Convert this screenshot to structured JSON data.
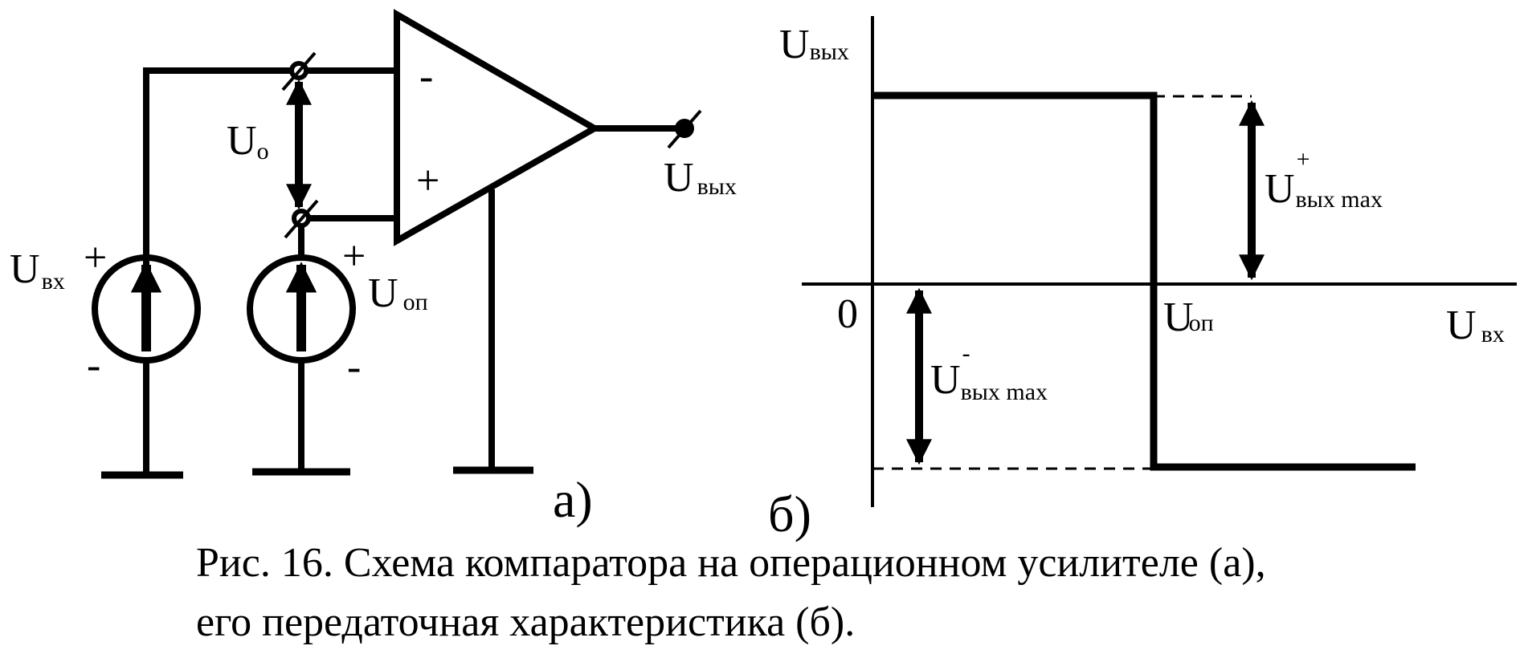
{
  "circuit": {
    "minus_sign": "-",
    "plus_sign": "+",
    "u0": {
      "main": "U",
      "sub": "o"
    },
    "uout": {
      "main": "U",
      "sub": "вых"
    },
    "uin": {
      "main": "U",
      "sub": "вх",
      "plus": "+",
      "minus": "-"
    },
    "uref": {
      "main": "U",
      "sub": "оп",
      "plus": "+",
      "minus": "-"
    },
    "label": "а)"
  },
  "graph": {
    "y_axis": {
      "main": "U",
      "sub": "вых"
    },
    "x_axis": {
      "main": "U",
      "sub": "вх"
    },
    "origin": "0",
    "uref": {
      "main": "U",
      "sub": "оп"
    },
    "uout_max_plus": {
      "main": "U",
      "sub": "вых max",
      "sup": "+"
    },
    "uout_max_minus": {
      "main": "U",
      "sub": "вых max",
      "sup": "-"
    },
    "label": "б)"
  },
  "caption": {
    "line1": "Рис. 16. Схема компаратора на операционном усилителе (а),",
    "line2": "его передаточная характеристика (б)."
  }
}
